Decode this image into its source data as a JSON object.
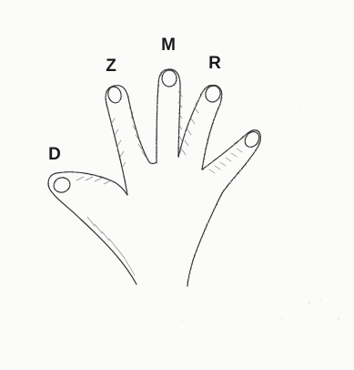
{
  "labels": {
    "thumb": "D",
    "index": "Z",
    "middle": "M",
    "ring": "R"
  },
  "colors": {
    "paper": "#ffffff",
    "ink": "#333333",
    "hatch": "#7a7a7a",
    "label": "#1a1a1a"
  }
}
